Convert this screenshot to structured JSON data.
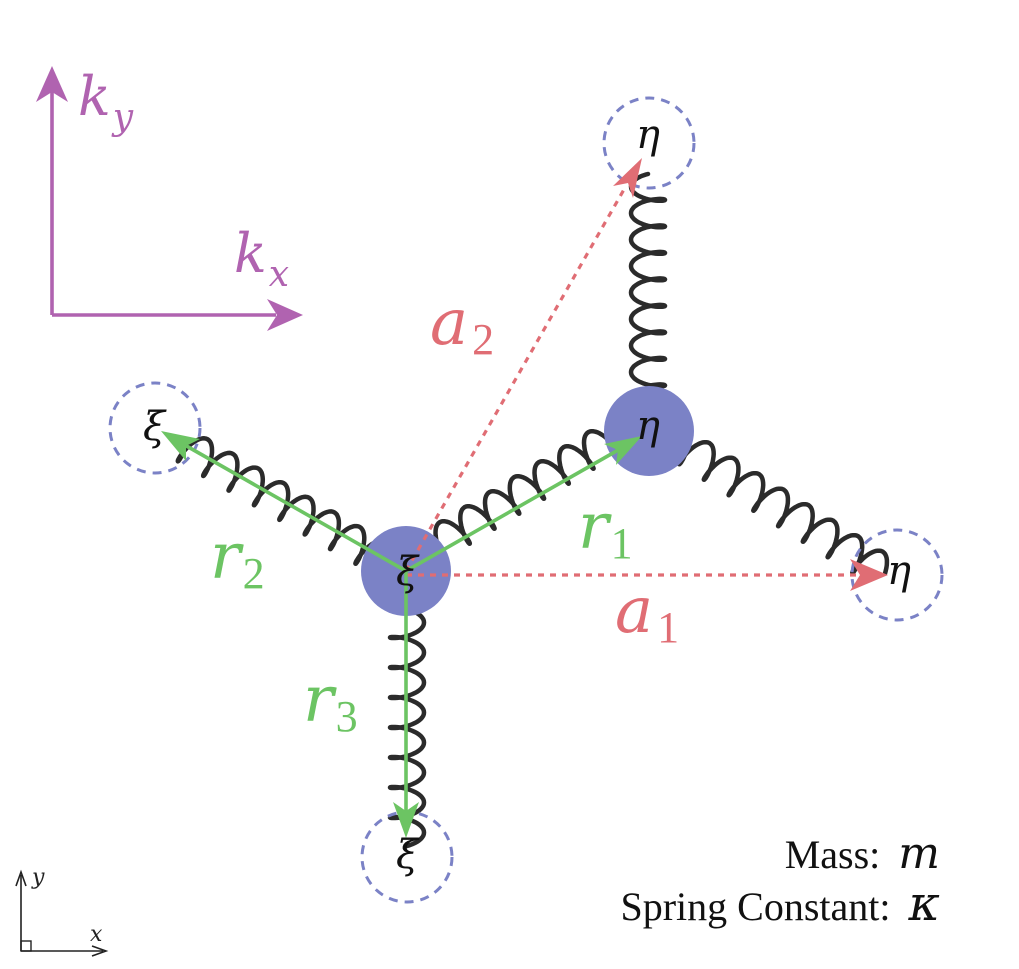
{
  "reciprocal_axes": {
    "ky_main": "k",
    "ky_sub": "y",
    "kx_main": "k",
    "kx_sub": "x",
    "color": "#b063b0"
  },
  "sites": {
    "xi_center": "ξ",
    "eta_center": "η",
    "xi_neighbor_left": "ξ",
    "xi_neighbor_bottom": "ξ",
    "eta_neighbor_top": "η",
    "eta_neighbor_right": "η"
  },
  "lattice_vectors": {
    "a1_main": "a",
    "a1_sub": "1",
    "a2_main": "a",
    "a2_sub": "2",
    "color": "#e06d74"
  },
  "bond_vectors": {
    "r1_main": "r",
    "r1_sub": "1",
    "r2_main": "r",
    "r2_sub": "2",
    "r3_main": "r",
    "r3_sub": "3",
    "color": "#6cc463"
  },
  "coordinate_axes": {
    "x": "x",
    "y": "y"
  },
  "legend": {
    "mass_label": "Mass:",
    "mass_symbol": "m",
    "spring_label": "Spring Constant:",
    "spring_symbol": "κ"
  },
  "colors": {
    "atom": "#7b82c6",
    "spring": "#2b2b2b"
  }
}
